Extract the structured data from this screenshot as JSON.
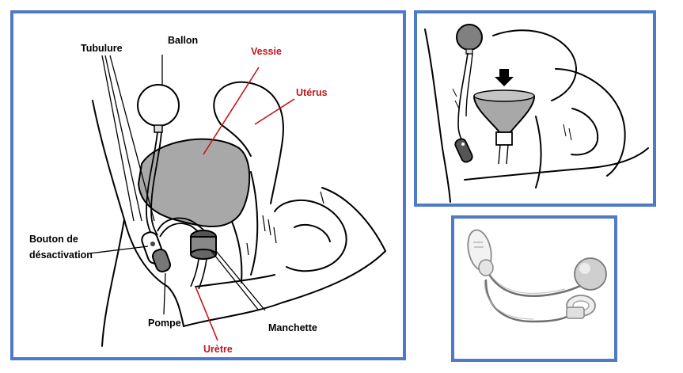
{
  "diagram": {
    "labels": {
      "ballon": "Ballon",
      "tubulure": "Tubulure",
      "vessie": "Vessie",
      "uterus": "Utérus",
      "bouton_line1": "Bouton de",
      "bouton_line2": "désactivation",
      "pompe": "Pompe",
      "manchette": "Manchette",
      "uretre": "Urètre"
    },
    "colors": {
      "panel_border": "#4f7ac7",
      "label_red": "#c0161c",
      "bladder_fill": "#a8a8a8",
      "balloon_dark": "#808080"
    },
    "icons": {
      "flow_arrow": "arrow-down-icon"
    }
  }
}
